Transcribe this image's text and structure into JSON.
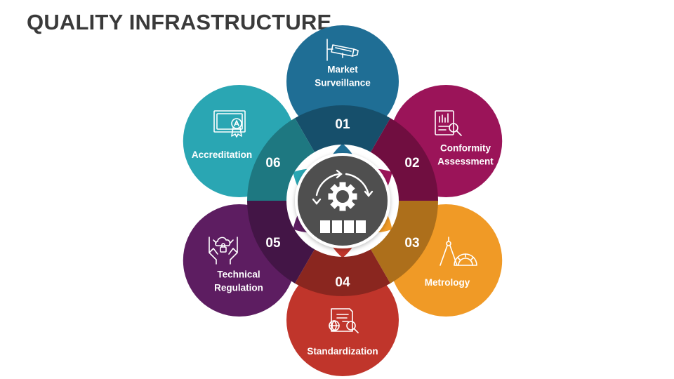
{
  "title": "QUALITY INFRASTRUCTURE",
  "segments": [
    {
      "number": "01",
      "label_lines": [
        "Market",
        "Surveillance"
      ],
      "color": "#1f6e95",
      "icon": "surveillance-camera-icon"
    },
    {
      "number": "02",
      "label_lines": [
        "Conformity",
        "Assessment"
      ],
      "color": "#9b1459",
      "icon": "report-magnifier-icon"
    },
    {
      "number": "03",
      "label_lines": [
        "Metrology"
      ],
      "color": "#f09a26",
      "icon": "compass-protractor-icon"
    },
    {
      "number": "04",
      "label_lines": [
        "Standardization"
      ],
      "color": "#c0352b",
      "icon": "document-globe-magnifier-icon"
    },
    {
      "number": "05",
      "label_lines": [
        "Technical",
        "Regulation"
      ],
      "color": "#5d1d61",
      "icon": "hands-cloud-lock-icon"
    },
    {
      "number": "06",
      "label_lines": [
        "Accreditation"
      ],
      "color": "#2aa6b3",
      "icon": "certificate-icon"
    }
  ],
  "center": {
    "icon": "gear-cycle-icon",
    "color": "#4f4f4f"
  }
}
